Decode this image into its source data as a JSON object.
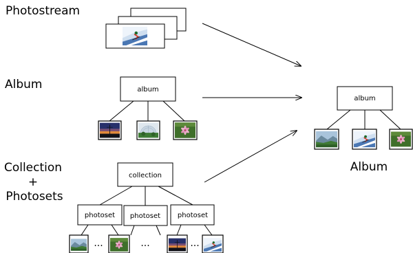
{
  "labels": {
    "photostream": "Photostream",
    "album": "Album",
    "collection_line1": "Collection",
    "collection_plus": "+",
    "collection_line2": "Photosets",
    "result": "Album"
  },
  "nodes": {
    "album_box": "album",
    "result_album_box": "album",
    "collection_box": "collection",
    "photoset_1": "photoset",
    "photoset_2": "photoset",
    "photoset_3": "photoset"
  },
  "ellipsis": "...",
  "thumbnails": {
    "skier": "skier-photo",
    "sunset": "sunset-photo",
    "dome": "dome-photo",
    "lily": "lily-photo",
    "valley": "valley-photo"
  }
}
